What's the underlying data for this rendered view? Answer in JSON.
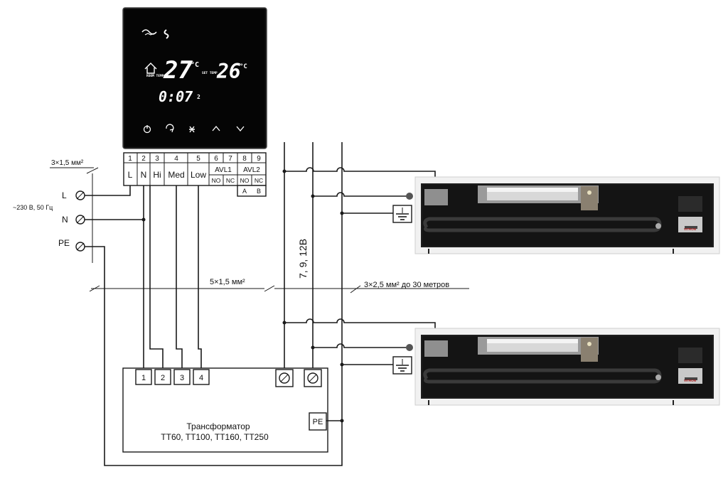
{
  "thermostat": {
    "room_temp": "27",
    "room_temp_unit": "°C",
    "room_temp_label": "ROOM TEMP",
    "set_temp": "26",
    "set_temp_unit": "°C",
    "set_temp_label": "SET TEMP",
    "time": "0:07",
    "day": "2"
  },
  "terminals": {
    "numbers": [
      "1",
      "2",
      "3",
      "4",
      "5",
      "6",
      "7",
      "8",
      "9"
    ],
    "labels": [
      "L",
      "N",
      "Hi",
      "Med",
      "Low"
    ],
    "avl1": "AVL1",
    "avl2": "AVL2",
    "no": "NO",
    "nc": "NC",
    "a": "A",
    "b": "B"
  },
  "mains": {
    "cable": "3×1,5 мм²",
    "voltage": "~230 В, 50 Гц",
    "l": "L",
    "n": "N",
    "pe": "PE"
  },
  "cable_5x": "5×1,5 мм²",
  "cable_3x": "3×2,5 мм² до 30 метров",
  "voltage_lv": "7, 9, 12В",
  "transformer": {
    "terminals": [
      "1",
      "2",
      "3",
      "4"
    ],
    "pe": "PE",
    "title": "Трансформатор",
    "models": "TT60, TT100, TT160, TT250"
  },
  "convector_brand": "VITRON"
}
